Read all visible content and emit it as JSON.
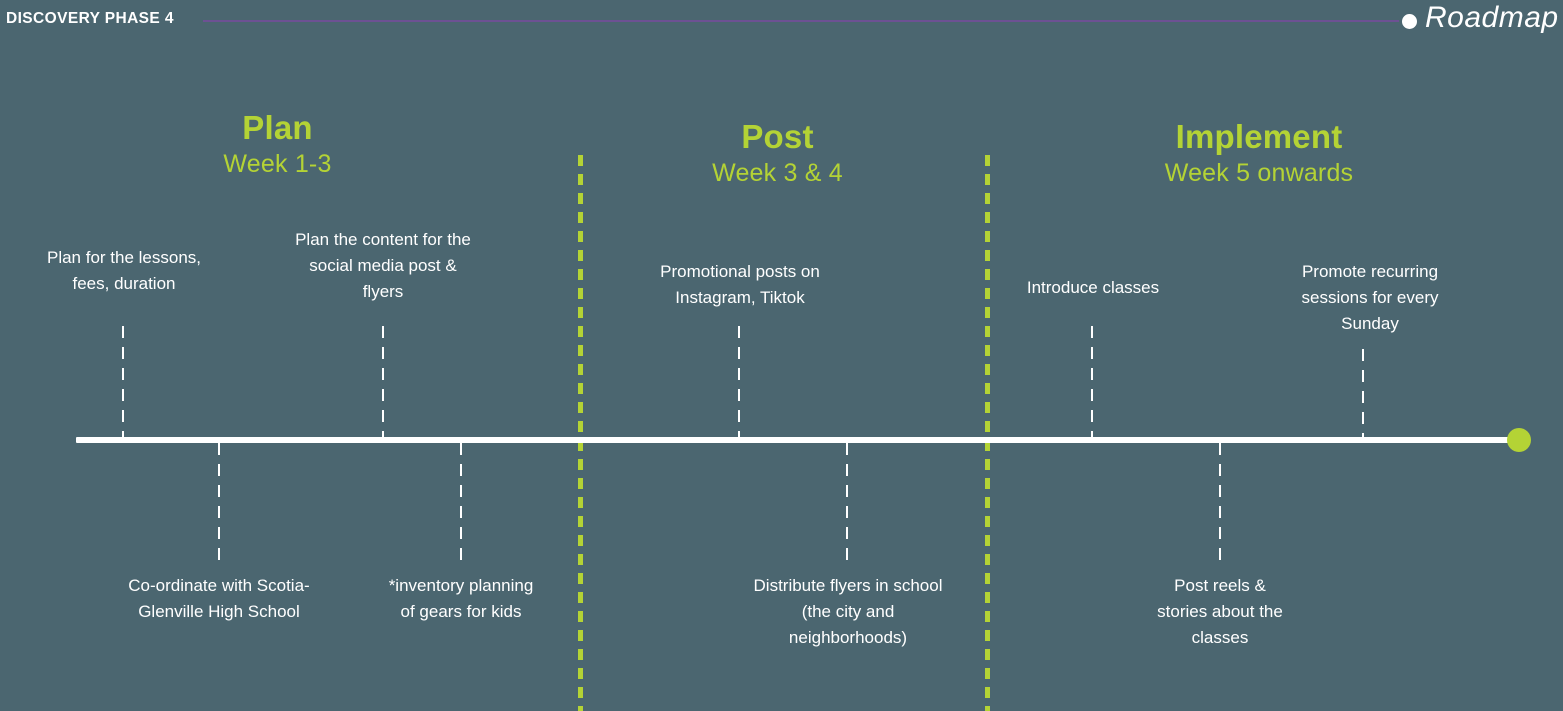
{
  "header": {
    "title": "DISCOVERY PHASE 4",
    "brand": "Roadmap",
    "dot_icon": "filled-circle-icon",
    "rule_color": "#6d5193"
  },
  "theme": {
    "background": "#4b6670",
    "accent_green": "#b4d335",
    "text": "#ffffff",
    "purple": "#6d5193"
  },
  "phases": [
    {
      "title": "Plan",
      "subtitle": "Week 1-3"
    },
    {
      "title": "Post",
      "subtitle": "Week 3 & 4"
    },
    {
      "title": "Implement",
      "subtitle": "Week 5 onwards"
    }
  ],
  "milestones_above": [
    {
      "text": "Plan for the lessons,\nfees, duration"
    },
    {
      "text": "Plan the content for the\nsocial media post &\nflyers"
    },
    {
      "text": "Promotional posts on\nInstagram, Tiktok"
    },
    {
      "text": "Introduce classes"
    },
    {
      "text": "Promote recurring\nsessions for  every\nSunday"
    }
  ],
  "milestones_below": [
    {
      "text": "Co-ordinate with Scotia-\nGlenville High School"
    },
    {
      "text": "*inventory planning\nof gears for kids"
    },
    {
      "text": "Distribute flyers in school\n(the city and\nneighborhoods)"
    },
    {
      "text": "Post reels &\nstories about the\nclasses"
    }
  ]
}
